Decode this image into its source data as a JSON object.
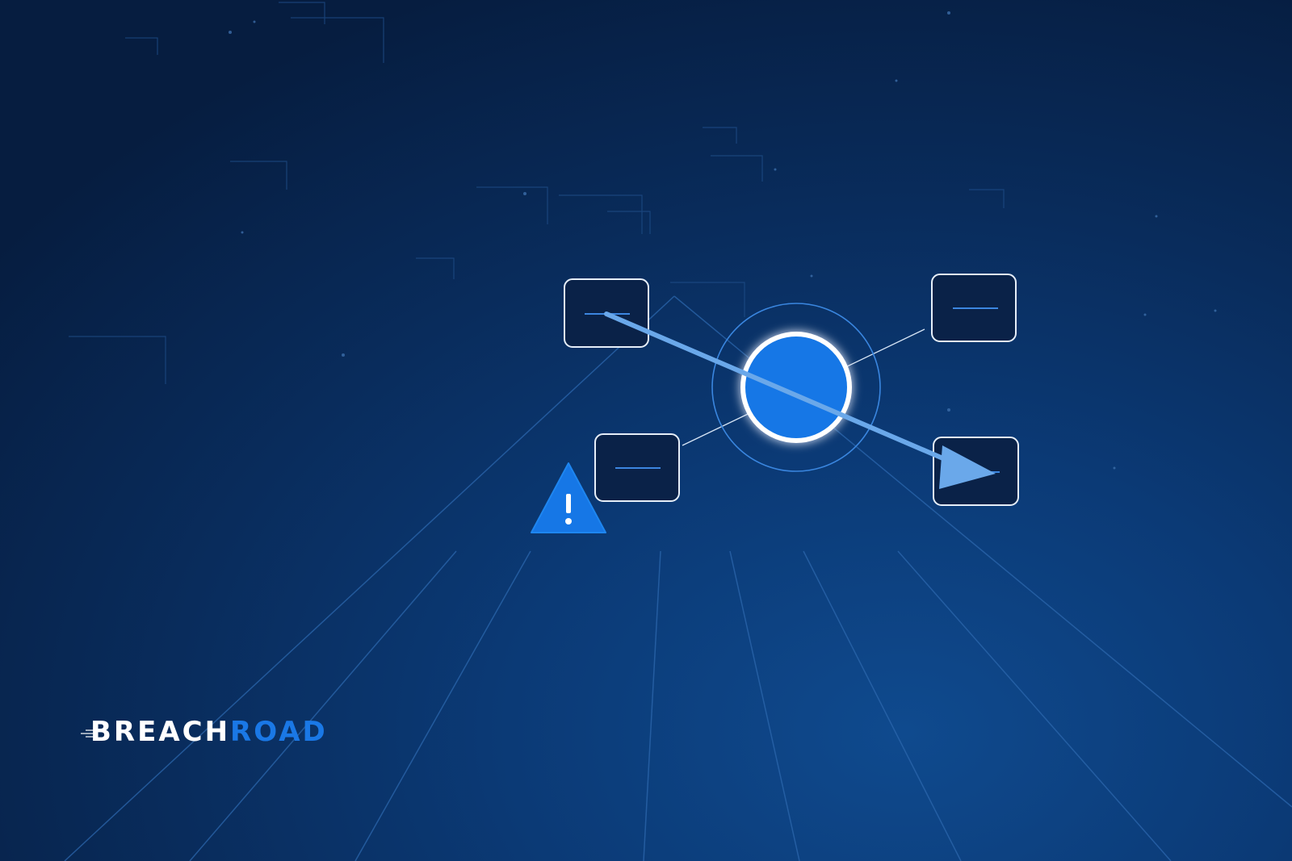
{
  "brand": {
    "logo_text_primary": "BREACH",
    "logo_text_accent": "ROAD",
    "primary_color": "#ffffff",
    "accent_color": "#1a78e6"
  },
  "colors": {
    "background_dark": "#061d40",
    "background_light": "#0f4a8e",
    "node_fill": "#0a2248",
    "node_border": "#e6eef8",
    "hub_fill": "#1677e6",
    "arrow": "#6aa8ea",
    "warning_fill": "#1677e6",
    "grid_line": "#2a64a8"
  },
  "diagram": {
    "nodes": [
      "node-top-left",
      "node-top-right",
      "node-bottom-left",
      "node-bottom-right"
    ],
    "hub": "central-hub",
    "warning_icon": "warning-triangle-icon",
    "warning_glyph": "!"
  }
}
